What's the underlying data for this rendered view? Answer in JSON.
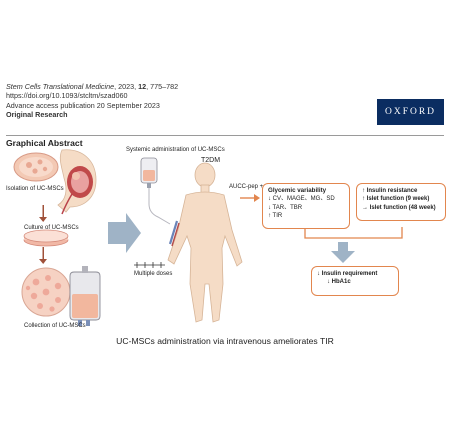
{
  "journal": {
    "name": "Stem Cells Translational Medicine",
    "year_sep": ", 2023, ",
    "volume": "12",
    "pages": ", 775–782",
    "doi": "https://doi.org/10.1093/stcltm/szad060",
    "advance": "Advance access publication 20 September 2023",
    "section": "Original Research"
  },
  "publisher_logo": "OXFORD",
  "graphical_abstract": {
    "title": "Graphical Abstract",
    "labels": {
      "isolation": "Isolation of UC-MSCs",
      "culture": "Culture of UC-MSCs",
      "collection": "Collection of UC-MSCs",
      "systemic": "Systemic administration of UC-MSCs",
      "t2dm": "T2DM",
      "multiple_doses": "Multiple doses",
      "aucc": "AUCC-pep +"
    },
    "glycemic_box": {
      "heading": "Glycemic variability",
      "line1": "↓ CV、MAGE、MG、SD",
      "line2": "↓ TAR、TBR",
      "line3": "↑ TIR"
    },
    "insulin_box": {
      "line1": "↑ Insulin resistance",
      "line2": "↑ Islet function (9 week)",
      "line3": "→ Islet function (48 week)"
    },
    "requirement_box": {
      "line1": "↓ Insulin requirement",
      "line2": "↓ HbA1c"
    },
    "caption": "UC-MSCs administration via intravenous ameliorates TIR"
  },
  "colors": {
    "accent_orange": "#e2864e",
    "arrow_blue": "#9fb3c6",
    "skin": "#f5dcc6",
    "oxford_navy": "#0b2d61"
  }
}
